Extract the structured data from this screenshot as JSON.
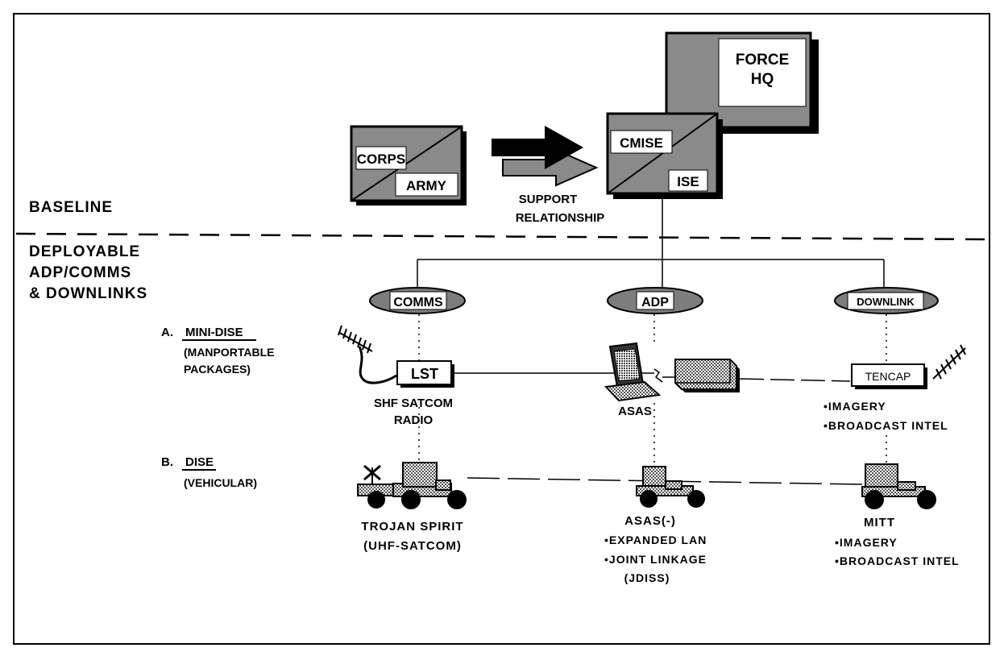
{
  "colors": {
    "ink": "#000000",
    "paper": "#ffffff",
    "box_fill": "#8a8a8a",
    "ellipse_fill": "#7d7d7d",
    "stipple_fill": "#c7c7c7"
  },
  "labels": {
    "corps": "CORPS",
    "army": "ARMY",
    "support_relationship": [
      "SUPPORT",
      "RELATIONSHIP"
    ],
    "force_hq": [
      "FORCE",
      "HQ"
    ],
    "cmise": "CMISE",
    "ise": "ISE",
    "baseline": "BASELINE",
    "deployable": [
      "DEPLOYABLE",
      "ADP/COMMS",
      "& DOWNLINKS"
    ],
    "comms": "COMMS",
    "adp": "ADP",
    "downlink": "DOWNLINK",
    "mini_dise_prefix": "A.",
    "mini_dise": "MINI-DISE",
    "mini_dise_desc": [
      "(MANPORTABLE",
      "PACKAGES)"
    ],
    "lst": "LST",
    "shf_satcom": [
      "SHF SATCOM",
      "RADIO"
    ],
    "asas": "ASAS",
    "tencap": "TENCAP",
    "tencap_bullets": [
      "•IMAGERY",
      "•BROADCAST INTEL"
    ],
    "dise_prefix": "B.",
    "dise": "DISE",
    "dise_desc": "(VEHICULAR)",
    "trojan_spirit": [
      "TROJAN SPIRIT",
      "(UHF-SATCOM)"
    ],
    "asas_minus": [
      "ASAS(-)",
      "•EXPANDED LAN",
      "•JOINT LINKAGE",
      "(JDISS)"
    ],
    "mitt": [
      "MITT",
      "•IMAGERY",
      "•BROADCAST INTEL"
    ]
  },
  "icons": [
    "arrow-right-icon",
    "antenna-icon",
    "laptop-icon",
    "crypto-box-icon",
    "truck-icon"
  ]
}
